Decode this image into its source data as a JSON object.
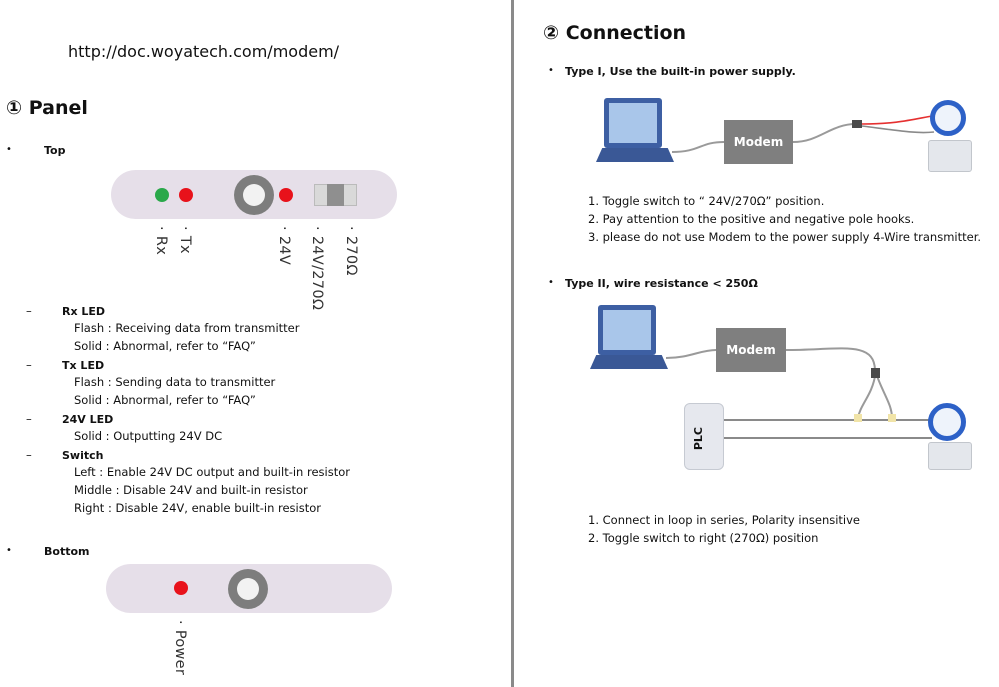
{
  "url": "http://doc.woyatech.com/modem/",
  "panel": {
    "title": "① Panel",
    "top_label": "Top",
    "top_labels": [
      "· Rx",
      "· Tx",
      "· 24V",
      "· 24V/270Ω",
      "· 270Ω"
    ],
    "sections": [
      {
        "title": "Rx LED",
        "lines": [
          "Flash : Receiving data from transmitter",
          "Solid : Abnormal, refer to  “FAQ”"
        ]
      },
      {
        "title": "Tx LED",
        "lines": [
          "Flash : Sending data to transmitter",
          "Solid : Abnormal, refer to  “FAQ”"
        ]
      },
      {
        "title": "24V LED",
        "lines": [
          "Solid : Outputting 24V DC"
        ]
      },
      {
        "title": "Switch",
        "lines": [
          "Left : Enable 24V DC output and built-in resistor",
          "Middle : Disable 24V and built-in resistor",
          "Right : Disable 24V, enable built-in resistor"
        ]
      }
    ],
    "bottom_label": "Bottom",
    "bottom_labels": [
      "· Power"
    ]
  },
  "connection": {
    "title": "② Connection",
    "type1": {
      "heading": "Type I, Use the built-in power supply.",
      "modem_label": "Modem",
      "steps": [
        "1.  Toggle switch to “ 24V/270Ω”  position.",
        "2.  Pay attention to the positive and negative pole hooks.",
        "3.  please do not use Modem to the power supply 4-Wire transmitter."
      ]
    },
    "type2": {
      "heading": "Type II, wire resistance < 250Ω",
      "modem_label": "Modem",
      "plc_label": "PLC",
      "steps": [
        "1.  Connect in loop in series, Polarity insensitive",
        "2.  Toggle switch to right (270Ω) position"
      ]
    }
  },
  "colors": {
    "led_green": "#2aa84a",
    "led_red": "#e8121b",
    "pill": "#e6dfe9",
    "modem": "#7f7f7f",
    "laptop": "#3d5fa3",
    "divider": "#8a8a8a"
  }
}
